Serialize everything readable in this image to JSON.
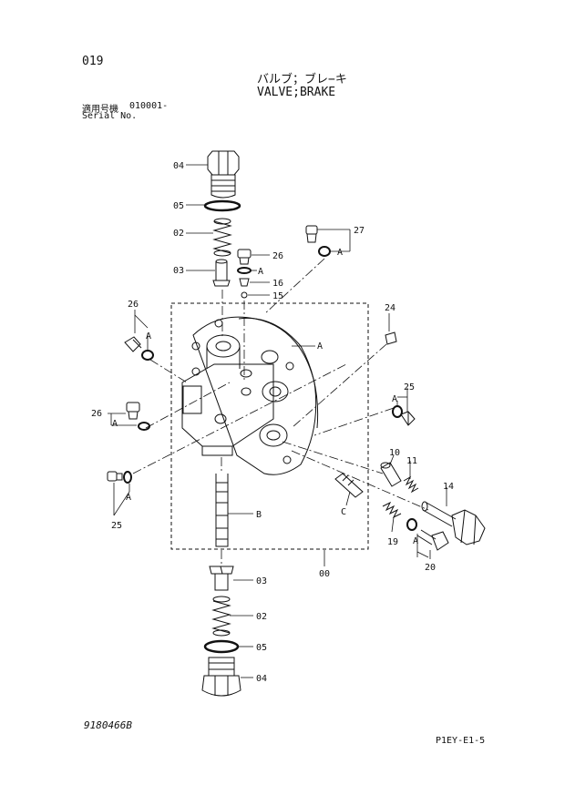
{
  "header": {
    "page_number": "019",
    "title_jp": "バルブ；ブレ−キ",
    "title_en": "VALVE;BRAKE",
    "serial_label_jp": "適用号機",
    "serial_value": "010001-",
    "serial_label_en": "Serial No."
  },
  "footer": {
    "doc_number": "9180466B",
    "page_ref": "P1EY-E1-5"
  },
  "callouts": {
    "c04_top": "04",
    "c05_top": "05",
    "c02_top": "02",
    "c03_top": "03",
    "c26_top": "26",
    "c16": "16",
    "c15": "15",
    "c27": "27",
    "c26_left": "26",
    "c26_mid": "26",
    "c24": "24",
    "c25_right": "25",
    "c25_left": "25",
    "c10": "10",
    "c11": "11",
    "c14": "14",
    "c19": "19",
    "c20": "20",
    "c00": "00",
    "c03_bot": "03",
    "c02_bot": "02",
    "c05_bot": "05",
    "c04_bot": "04"
  },
  "refs": {
    "A": "A",
    "B": "B",
    "C": "C"
  }
}
